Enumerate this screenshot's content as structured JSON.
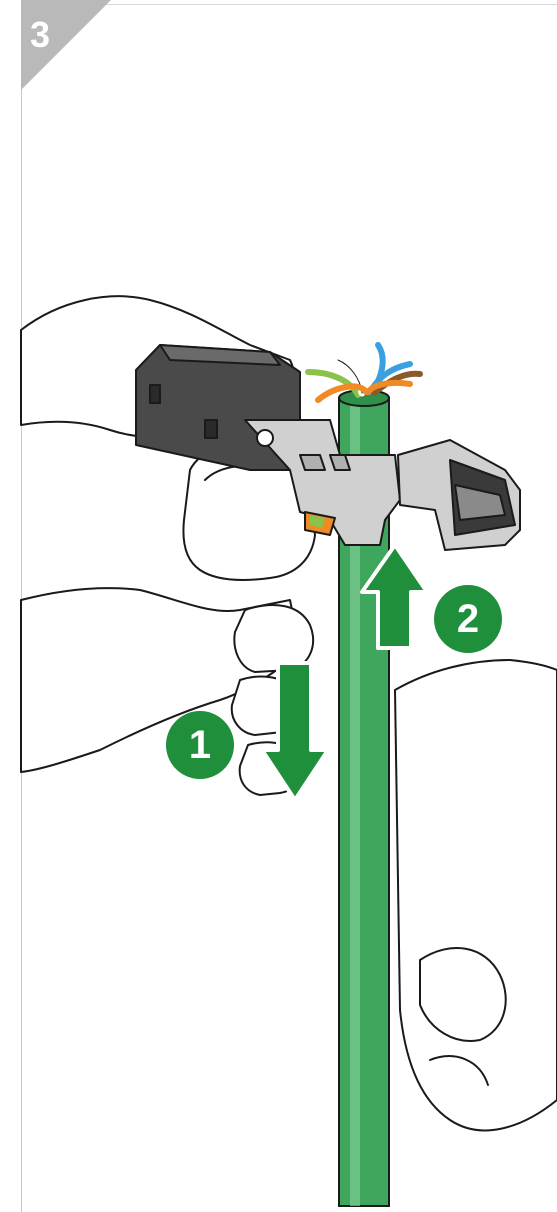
{
  "step": {
    "number": "3"
  },
  "badges": {
    "first": "1",
    "second": "2"
  },
  "colors": {
    "accent_green": "#1f8f3b",
    "cable_green": "#3ea65d",
    "cable_highlight": "#7fcf95",
    "corner_grey": "#b9b9b9",
    "outline": "#1a1a1a",
    "frame_line": "#c8c8c8",
    "connector_dark": "#4a4a4a",
    "connector_light": "#d0d0d0"
  },
  "icons": [
    "down-arrow-icon",
    "up-arrow-icon",
    "cable-illustration",
    "hand-illustration",
    "keystone-jack-illustration"
  ]
}
